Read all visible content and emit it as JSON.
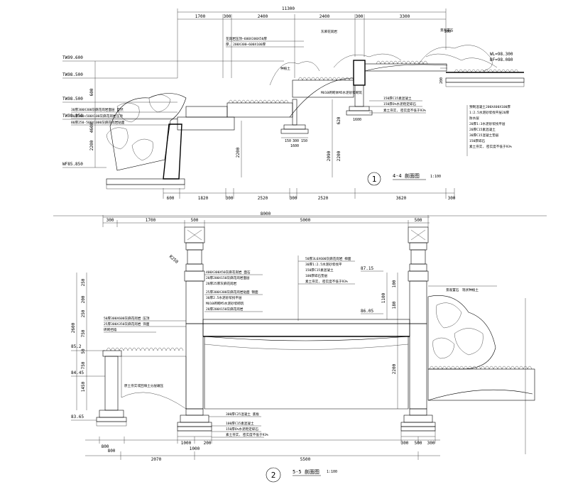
{
  "section_4_4": {
    "title": "4-4 剖面图",
    "scale": "1:100",
    "number": "1",
    "top_total": "11300",
    "top_dims": [
      "1700",
      "300",
      "2400",
      "300",
      "2400",
      "3300"
    ],
    "bottom_dims": [
      "600",
      "1820",
      "300",
      "2520",
      "300",
      "2520",
      "3620",
      "300"
    ],
    "left_vertical_dims": [
      "600",
      "4600",
      "2200"
    ],
    "mid_vertical_dims": [
      "2200",
      "2090",
      "2200",
      "620"
    ],
    "levels": [
      "TW99.600",
      "TW98.500",
      "TW98.500",
      "TW98.350",
      "WF85.850"
    ],
    "right_levels": [
      "WL=98.300",
      "BF=98.080"
    ],
    "footing_dims": [
      "150",
      "300",
      "150",
      "1600"
    ],
    "small_dims": [
      "200",
      "200"
    ],
    "left_notes": [
      "30厚300X300灰麻花岗岩面层 自然",
      "20厚200×500X100灰麻花岗岩压顶",
      "80厚250-500X1000灰麻花岗岩贴面"
    ],
    "upper_notes": [
      "花岗岩压顶—600X300X50厚",
      "厚, 200X300—600X100厚"
    ],
    "misc_labels": [
      "种植土",
      "灰麻花岗岩",
      "MU10砖砌体M5水泥砂浆砌筑",
      "景观置石"
    ],
    "footing_notes": [
      "150厚C15素混凝土",
      "150厚6%水泥稳定碎石",
      "素土夯实, 密实度不低于93%"
    ],
    "right_notes": [
      "预制混凝土200X400X100厚",
      "1:2.5水泥砂浆找平层20厚",
      "防水层",
      "20厚1:3水泥砂浆找平层",
      "20厚C15素混凝土",
      "30厚C15混凝土垫层",
      "150厚碎石",
      "素土夯实, 密实度不低于93%"
    ]
  },
  "section_5_5": {
    "title": "5-5 剖面图",
    "scale": "1:100",
    "number": "2",
    "top_total": "8000",
    "top_dims": [
      "300",
      "1700",
      "500",
      "5000",
      "500"
    ],
    "bottom_dims": [
      "2070",
      "5500"
    ],
    "left_footing_dims": [
      "800",
      "800"
    ],
    "mid_footing_dims": [
      "1000",
      "1000",
      "200"
    ],
    "right_footing_dims": [
      "300",
      "500",
      "300"
    ],
    "left_vertical_dims": [
      "250",
      "200",
      "250",
      "2600",
      "50",
      "750",
      "1450"
    ],
    "mid_vertical_dims": [
      "1100",
      "100",
      "180",
      "2200"
    ],
    "radius": "R250",
    "levels": [
      "85.2",
      "84.45",
      "83.65",
      "87.15",
      "86.05"
    ],
    "col_notes": [
      "400X300X50灰麻花岗岩 面石",
      "20厚200X150灰麻花岗岩面层",
      "20厚25厚灰麻花岗岩",
      "25厚300X300灰麻花岗岩贴面 锦面",
      "30厚2.5水泥砂浆找平层",
      "MU10砖砌M5水泥砂浆砌筑",
      "20厚200X150灰麻花岗岩"
    ],
    "deck_notes": [
      "50厚3L6X600灰麻花岗岩 梯面",
      "30厚1:2.5水泥砂浆找平",
      "150厚C15素混凝土",
      "100厚碎石垫层",
      "素土夯实, 密实度不低于93%"
    ],
    "left_notes": [
      "50厚300X600灰麻花岗岩 压顶",
      "25厚300X350灰麻花岗岩 饰面",
      "砖砌挡墙"
    ],
    "base_notes": [
      "300厚C25混凝土 底板",
      "100厚C15素混凝土",
      "150厚6%水泥稳定碎石",
      "素土夯实, 密实度不低于93%"
    ],
    "soil_note": "原土夯实或回填土分层碾压",
    "right_labels": [
      "景观置石",
      "现状种植土"
    ]
  }
}
